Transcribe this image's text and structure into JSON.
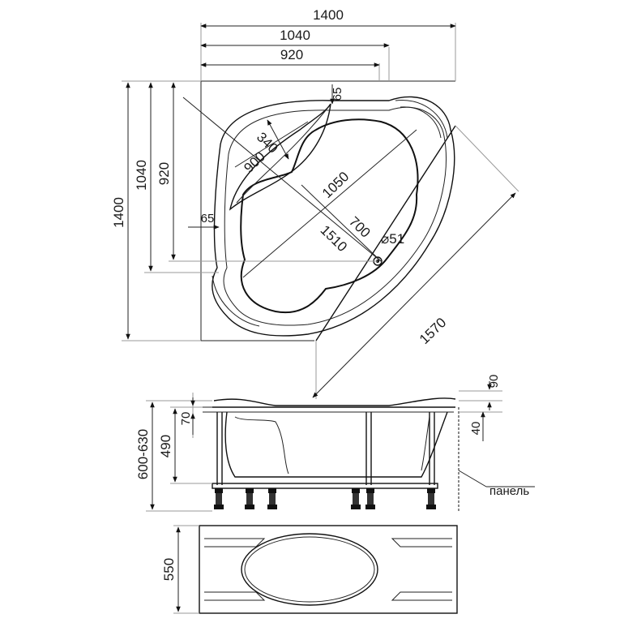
{
  "top_view": {
    "width_total": "1400",
    "width_1040": "1040",
    "width_920": "920",
    "height_total": "1400",
    "height_1040": "1040",
    "height_920": "920",
    "rim_65_top": "65",
    "rim_65_left": "65",
    "seat_340": "340",
    "diag_900": "900",
    "diag_1050": "1050",
    "diag_700": "700",
    "diag_1510": "1510",
    "diag_1570": "1570",
    "drain": "⌀51"
  },
  "side_view": {
    "height_range": "600-630",
    "depth_490": "490",
    "rim_70": "70",
    "rim_90": "90",
    "rim_40": "40",
    "panel_label": "панель"
  },
  "panel_view": {
    "height_550": "550"
  }
}
